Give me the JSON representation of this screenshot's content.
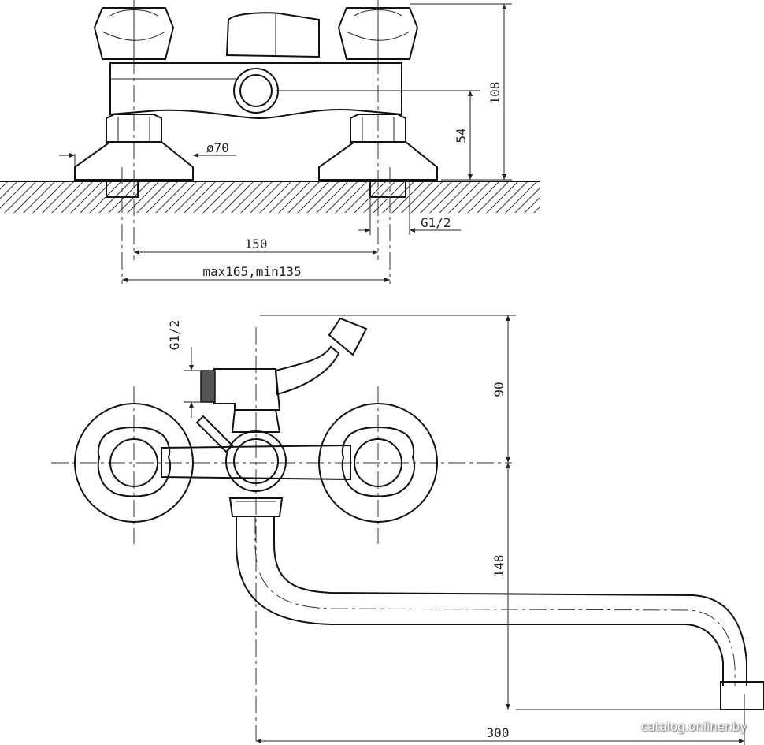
{
  "top_view": {
    "dim_height_total": "108",
    "dim_height_inlet": "54",
    "dim_flange_diameter": "ø70",
    "dim_thread": "G1/2",
    "dim_center_distance": "150",
    "dim_center_range": "max165,min135"
  },
  "front_view": {
    "dim_thread": "G1/2",
    "dim_lever_height": "90",
    "dim_spout_drop": "148",
    "dim_spout_length": "300"
  },
  "watermark": "catalog.onliner.by"
}
